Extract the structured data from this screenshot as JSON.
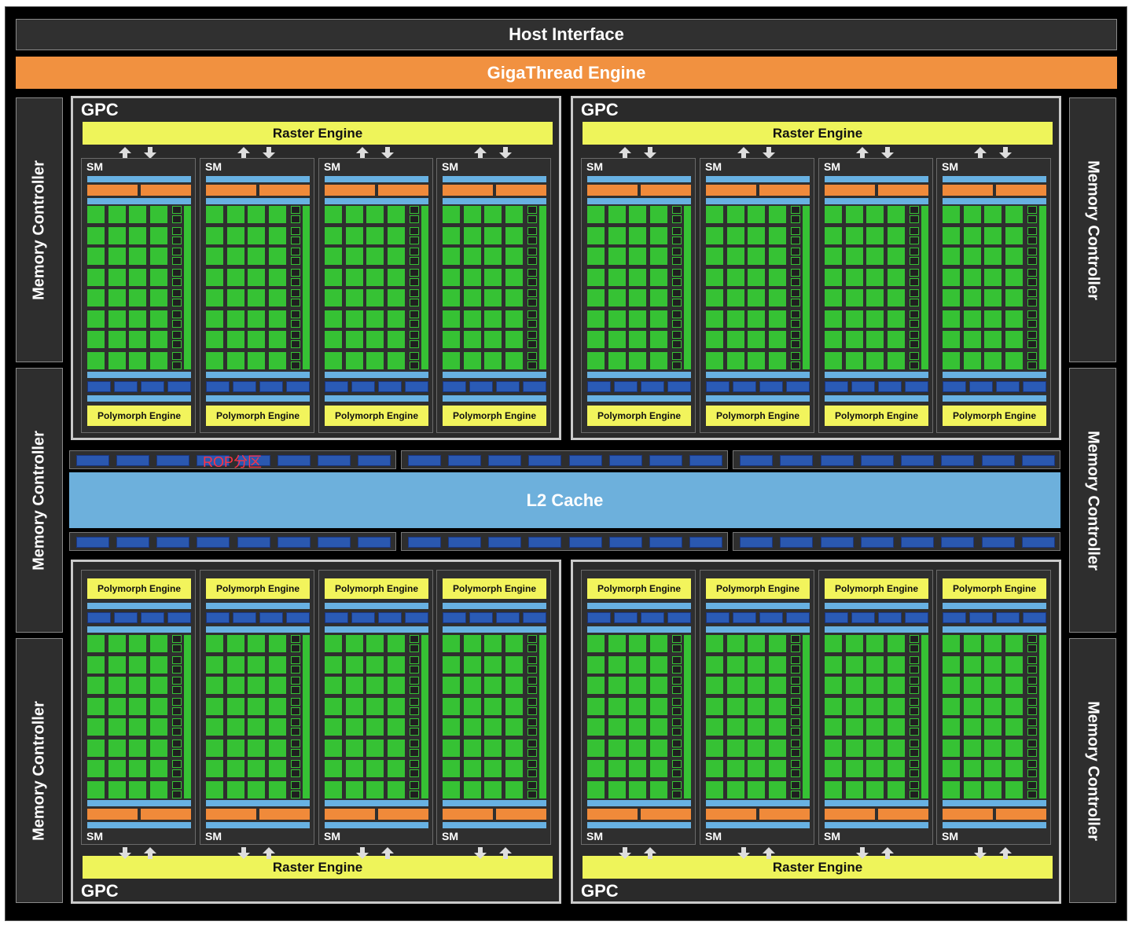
{
  "host_interface": "Host Interface",
  "gigathread_engine": "GigaThread Engine",
  "memory_controller_label": "Memory Controller",
  "gpc_label": "GPC",
  "raster_engine_label": "Raster Engine",
  "sm_label": "SM",
  "polymorph_engine_label": "Polymorph Engine",
  "rop_partition_label": "ROP分区",
  "l2_cache_label": "L2 Cache",
  "colors": {
    "background": "#000000",
    "gigathread": "#f19140",
    "raster": "#eef45a",
    "core": "#36c234",
    "l2": "#6db0dc",
    "rop_unit": "#2a58b0",
    "rop_label": "#ff3344"
  }
}
